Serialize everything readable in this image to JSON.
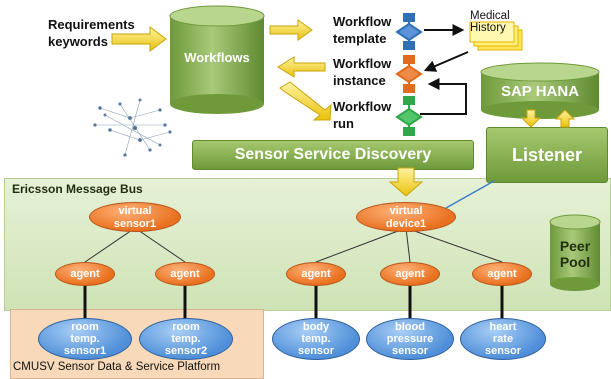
{
  "requirements_label": "Requirements\nkeywords",
  "workflows_label": "Workflows",
  "workflow_template_label": "Workflow\ntemplate",
  "workflow_instance_label": "Workflow\ninstance",
  "workflow_run_label": "Workflow\nrun",
  "medical_history_label": "Medical\nHistory",
  "sap_hana_label": "SAP HANA",
  "sensor_service_discovery_label": "Sensor Service Discovery",
  "listener_label": "Listener",
  "message_bus_label": "Ericsson Message Bus",
  "peer_pool_label": "Peer\nPool",
  "virtual_sensor_label": "virtual\nsensor1",
  "virtual_device_label": "virtual\ndevice1",
  "agent_label": "agent",
  "sensors": [
    "room\ntemp.\nsensor1",
    "room\ntemp.\nsensor2",
    "body\ntemp.\nsensor",
    "blood\npressure\nsensor",
    "heart\nrate\nsensor"
  ],
  "platform_label": "CMUSV Sensor Data & Service Platform",
  "colors": {
    "workflow_green": "#7fa84a",
    "agent_orange": "#e8701e",
    "sensor_blue": "#4f8fd9",
    "bus_green": "#d6e8c0",
    "platform_peach": "#f8d9b9",
    "arrow_yellow": "#f2d21b",
    "icon_blue": "#2f6fb7",
    "icon_orange": "#e46a1c",
    "icon_green": "#2fa84a"
  }
}
